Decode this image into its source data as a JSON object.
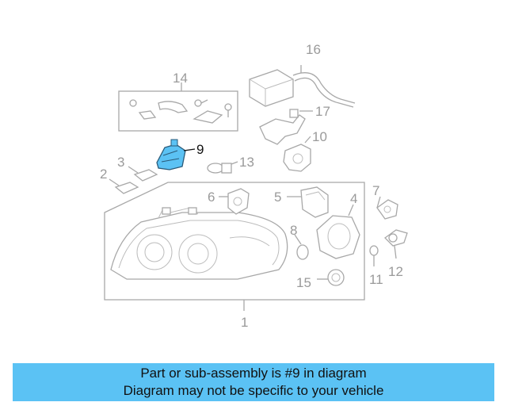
{
  "diagram": {
    "highlight_color": "#5bc2f4",
    "callouts": [
      "1",
      "2",
      "3",
      "4",
      "5",
      "6",
      "7",
      "8",
      "9",
      "10",
      "11",
      "12",
      "13",
      "14",
      "15",
      "16",
      "17"
    ],
    "highlighted_callout": "9"
  },
  "banner": {
    "background": "#5bc2f4",
    "line1": "Part or sub-assembly is #9 in diagram",
    "line2": "Diagram may not be specific to your vehicle"
  }
}
